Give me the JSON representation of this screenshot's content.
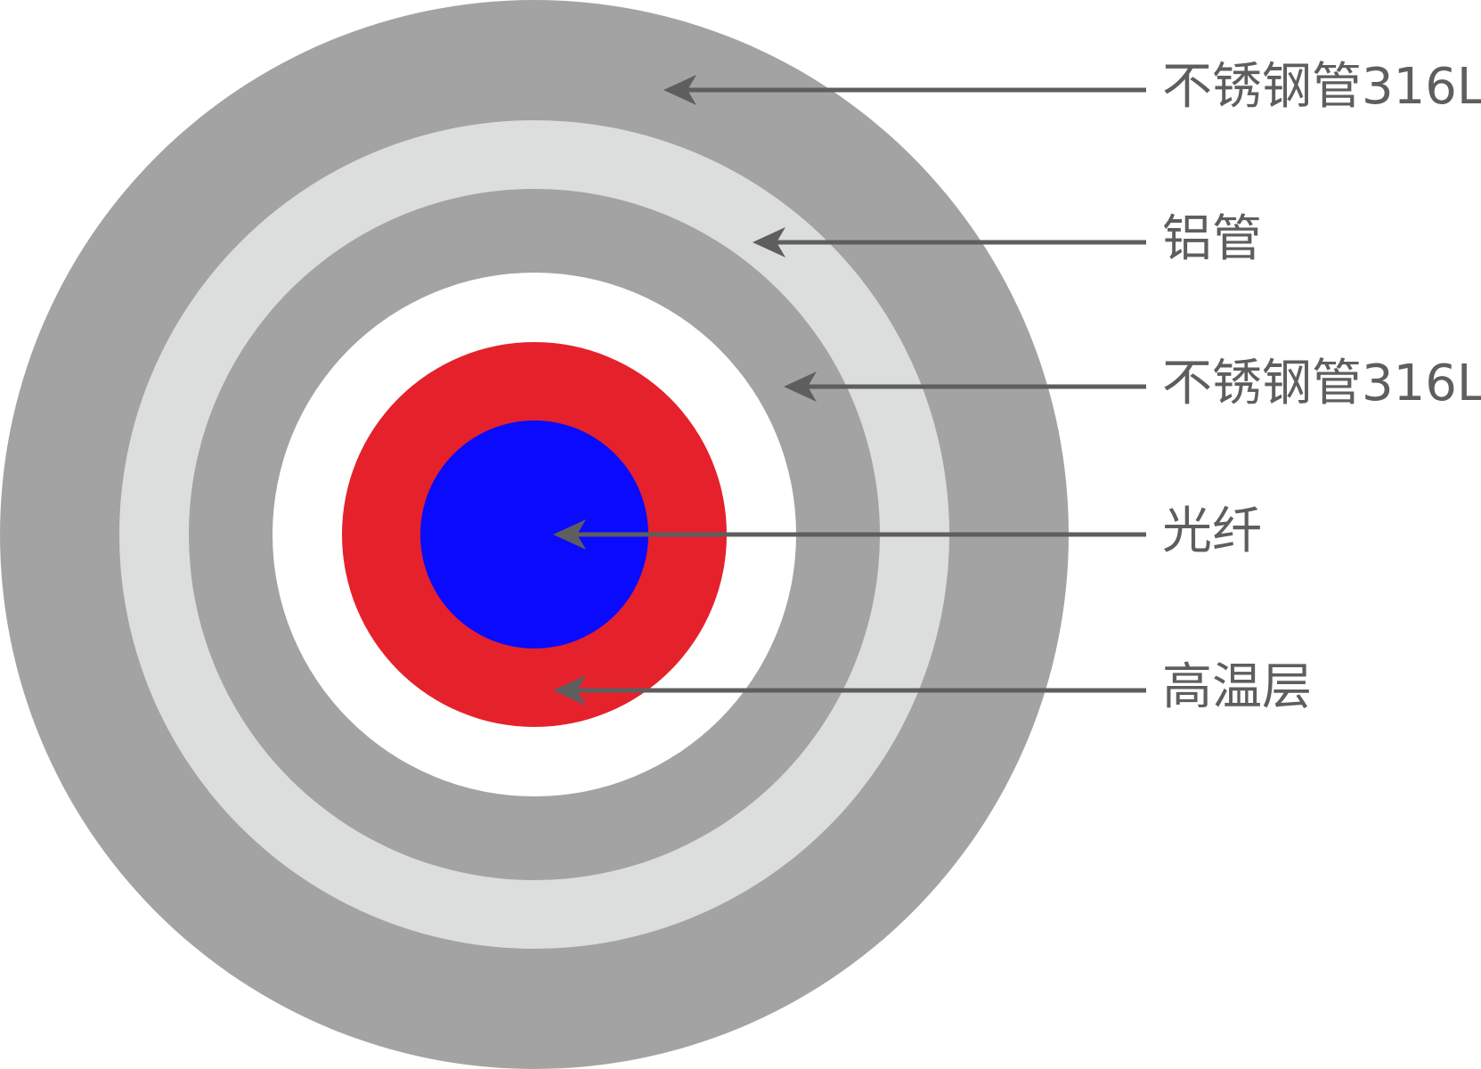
{
  "diagram": {
    "layers": [
      {
        "id": "outer-stainless",
        "label": "不锈钢管316L",
        "color": "#a3a3a3"
      },
      {
        "id": "aluminum",
        "label": "铝管",
        "color": "#dcdddd"
      },
      {
        "id": "inner-stainless",
        "label": "不锈钢管316L",
        "color": "#a3a3a3"
      },
      {
        "id": "gap",
        "label": "",
        "color": "#ffffff"
      },
      {
        "id": "high-temp",
        "label": "高温层",
        "color": "#e5212b"
      },
      {
        "id": "fiber",
        "label": "光纤",
        "color": "#0a0aff"
      }
    ],
    "callouts": [
      {
        "layer": "outer-stainless",
        "text": "不锈钢管316L"
      },
      {
        "layer": "aluminum",
        "text": "铝管"
      },
      {
        "layer": "inner-stainless",
        "text": "不锈钢管316L"
      },
      {
        "layer": "fiber",
        "text": "光纤"
      },
      {
        "layer": "high-temp",
        "text": "高温层"
      }
    ],
    "pointer_color": "#5e5e5e"
  }
}
